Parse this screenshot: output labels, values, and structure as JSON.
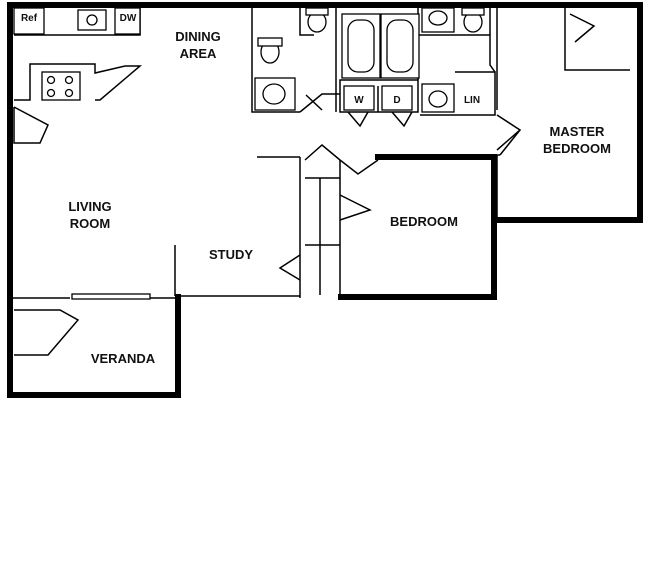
{
  "rooms": {
    "dining": [
      "DINING",
      "AREA"
    ],
    "living": [
      "LIVING",
      "ROOM"
    ],
    "study": "STUDY",
    "veranda": "VERANDA",
    "bedroom": "BEDROOM",
    "master": [
      "MASTER",
      "BEDROOM"
    ]
  },
  "fixtures": {
    "ref": "Ref",
    "dw": "DW",
    "washer": "W",
    "dryer": "D",
    "linen": "LIN"
  }
}
